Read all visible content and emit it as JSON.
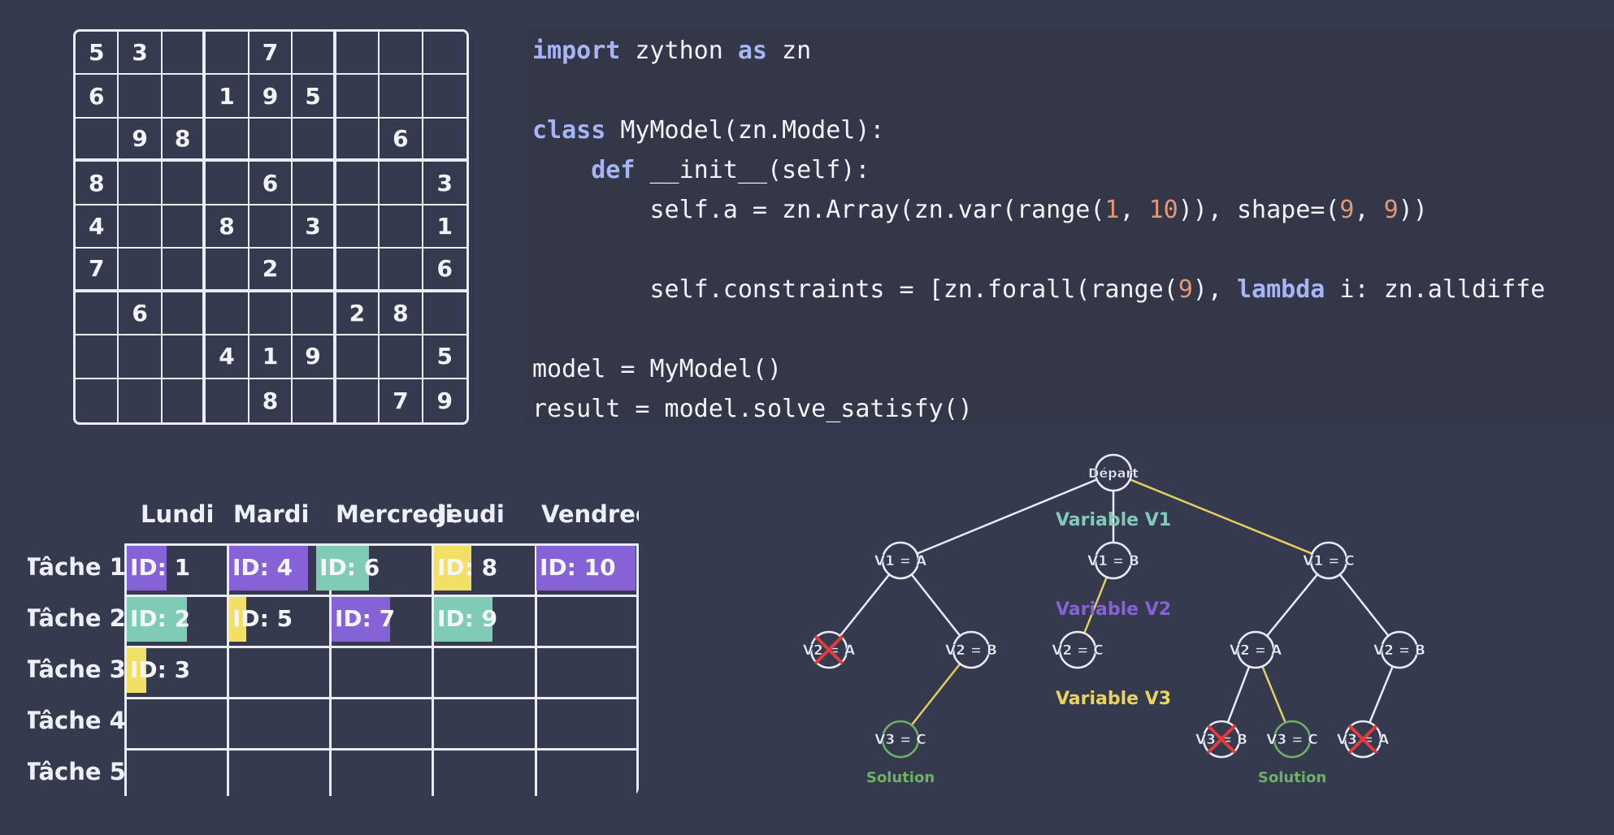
{
  "sudoku": {
    "grid": [
      [
        5,
        3,
        0,
        0,
        7,
        0,
        0,
        0,
        0
      ],
      [
        6,
        0,
        0,
        1,
        9,
        5,
        0,
        0,
        0
      ],
      [
        0,
        9,
        8,
        0,
        0,
        0,
        0,
        6,
        0
      ],
      [
        8,
        0,
        0,
        0,
        6,
        0,
        0,
        0,
        3
      ],
      [
        4,
        0,
        0,
        8,
        0,
        3,
        0,
        0,
        1
      ],
      [
        7,
        0,
        0,
        0,
        2,
        0,
        0,
        0,
        6
      ],
      [
        0,
        6,
        0,
        0,
        0,
        0,
        2,
        8,
        0
      ],
      [
        0,
        0,
        0,
        4,
        1,
        9,
        0,
        0,
        5
      ],
      [
        0,
        0,
        0,
        0,
        8,
        0,
        0,
        7,
        9
      ]
    ]
  },
  "code": {
    "lines": [
      [
        {
          "t": "import",
          "k": "kw"
        },
        {
          "t": " zython "
        },
        {
          "t": "as",
          "k": "kw"
        },
        {
          "t": " zn"
        }
      ],
      [],
      [
        {
          "t": "class",
          "k": "kw"
        },
        {
          "t": " MyModel(zn.Model):"
        }
      ],
      [
        {
          "t": "    "
        },
        {
          "t": "def",
          "k": "kw"
        },
        {
          "t": " __init__(self):"
        }
      ],
      [
        {
          "t": "        self.a = zn.Array(zn.var(range("
        },
        {
          "t": "1",
          "k": "num"
        },
        {
          "t": ", "
        },
        {
          "t": "10",
          "k": "num"
        },
        {
          "t": ")), shape=("
        },
        {
          "t": "9",
          "k": "num"
        },
        {
          "t": ", "
        },
        {
          "t": "9",
          "k": "num"
        },
        {
          "t": "))"
        }
      ],
      [],
      [
        {
          "t": "        self.constraints = [zn.forall(range("
        },
        {
          "t": "9",
          "k": "num"
        },
        {
          "t": "), "
        },
        {
          "t": "lambda",
          "k": "kw"
        },
        {
          "t": " i: zn.alldiffe"
        }
      ],
      [],
      [
        {
          "t": "model = MyModel()"
        }
      ],
      [
        {
          "t": "result = model.solve_satisfy()"
        }
      ]
    ]
  },
  "timetable": {
    "days": [
      "Lundi",
      "Mardi",
      "Mercredi",
      "Jeudi",
      "Vendred"
    ],
    "tasks": [
      "Tâche 1",
      "Tâche 2",
      "Tâche 3",
      "Tâche 4",
      "Tâche 5"
    ],
    "blocks": [
      {
        "label": "ID: 1",
        "row": 0,
        "start": 0.0,
        "end": 0.42,
        "color": "#8562d6"
      },
      {
        "label": "ID: 4",
        "row": 0,
        "start": 1.0,
        "end": 1.8,
        "color": "#8562d6"
      },
      {
        "label": "ID: 6",
        "row": 0,
        "start": 1.85,
        "end": 2.4,
        "color": "#7fcbb6"
      },
      {
        "label": "ID: 8",
        "row": 0,
        "start": 3.0,
        "end": 3.4,
        "color": "#f2df66"
      },
      {
        "label": "ID: 10",
        "row": 0,
        "start": 4.0,
        "end": 5.0,
        "color": "#8562d6"
      },
      {
        "label": "ID: 2",
        "row": 1,
        "start": 0.0,
        "end": 0.62,
        "color": "#7fcbb6"
      },
      {
        "label": "ID: 5",
        "row": 1,
        "start": 1.0,
        "end": 1.2,
        "color": "#f2df66"
      },
      {
        "label": "ID: 7",
        "row": 1,
        "start": 2.0,
        "end": 2.6,
        "color": "#8562d6"
      },
      {
        "label": "ID: 9",
        "row": 1,
        "start": 3.0,
        "end": 3.6,
        "color": "#7fcbb6"
      },
      {
        "label": "ID: 3",
        "row": 2,
        "start": 0.0,
        "end": 0.22,
        "color": "#f2df66"
      }
    ]
  },
  "tree": {
    "colors": {
      "edge": "#e9ecf5",
      "highlight": "#e3cf5c",
      "v1": "#7fcbb6",
      "v2": "#8562d6",
      "v3": "#e9d45d",
      "solution": "#6eb066",
      "cross": "#e33b3b"
    },
    "levels": [
      "Variable V1",
      "Variable V2",
      "Variable V3"
    ],
    "solution_label": "Solution",
    "nodes": [
      {
        "id": "root",
        "label": "Départ"
      },
      {
        "id": "a",
        "label": "V1 = A"
      },
      {
        "id": "b",
        "label": "V1 = B"
      },
      {
        "id": "c",
        "label": "V1 = C"
      },
      {
        "id": "aa",
        "label": "V2 = A",
        "pruned": true
      },
      {
        "id": "ab",
        "label": "V2 = B"
      },
      {
        "id": "bc",
        "label": "V2 = C"
      },
      {
        "id": "ca",
        "label": "V2 = A"
      },
      {
        "id": "cb",
        "label": "V2 = B"
      },
      {
        "id": "abc",
        "label": "V3 = C",
        "solution": true
      },
      {
        "id": "cab",
        "label": "V3 = B",
        "pruned": true
      },
      {
        "id": "cac",
        "label": "V3 = C",
        "solution": true
      },
      {
        "id": "cba",
        "label": "V3 = A",
        "pruned": true
      }
    ],
    "edges": [
      {
        "from": "root",
        "to": "a"
      },
      {
        "from": "root",
        "to": "b"
      },
      {
        "from": "root",
        "to": "c",
        "highlight": true
      },
      {
        "from": "a",
        "to": "aa"
      },
      {
        "from": "a",
        "to": "ab"
      },
      {
        "from": "b",
        "to": "bc",
        "highlight": true
      },
      {
        "from": "c",
        "to": "ca"
      },
      {
        "from": "c",
        "to": "cb"
      },
      {
        "from": "ab",
        "to": "abc",
        "highlight": true
      },
      {
        "from": "ca",
        "to": "cab"
      },
      {
        "from": "ca",
        "to": "cac",
        "highlight": true
      },
      {
        "from": "cb",
        "to": "cba"
      }
    ]
  }
}
